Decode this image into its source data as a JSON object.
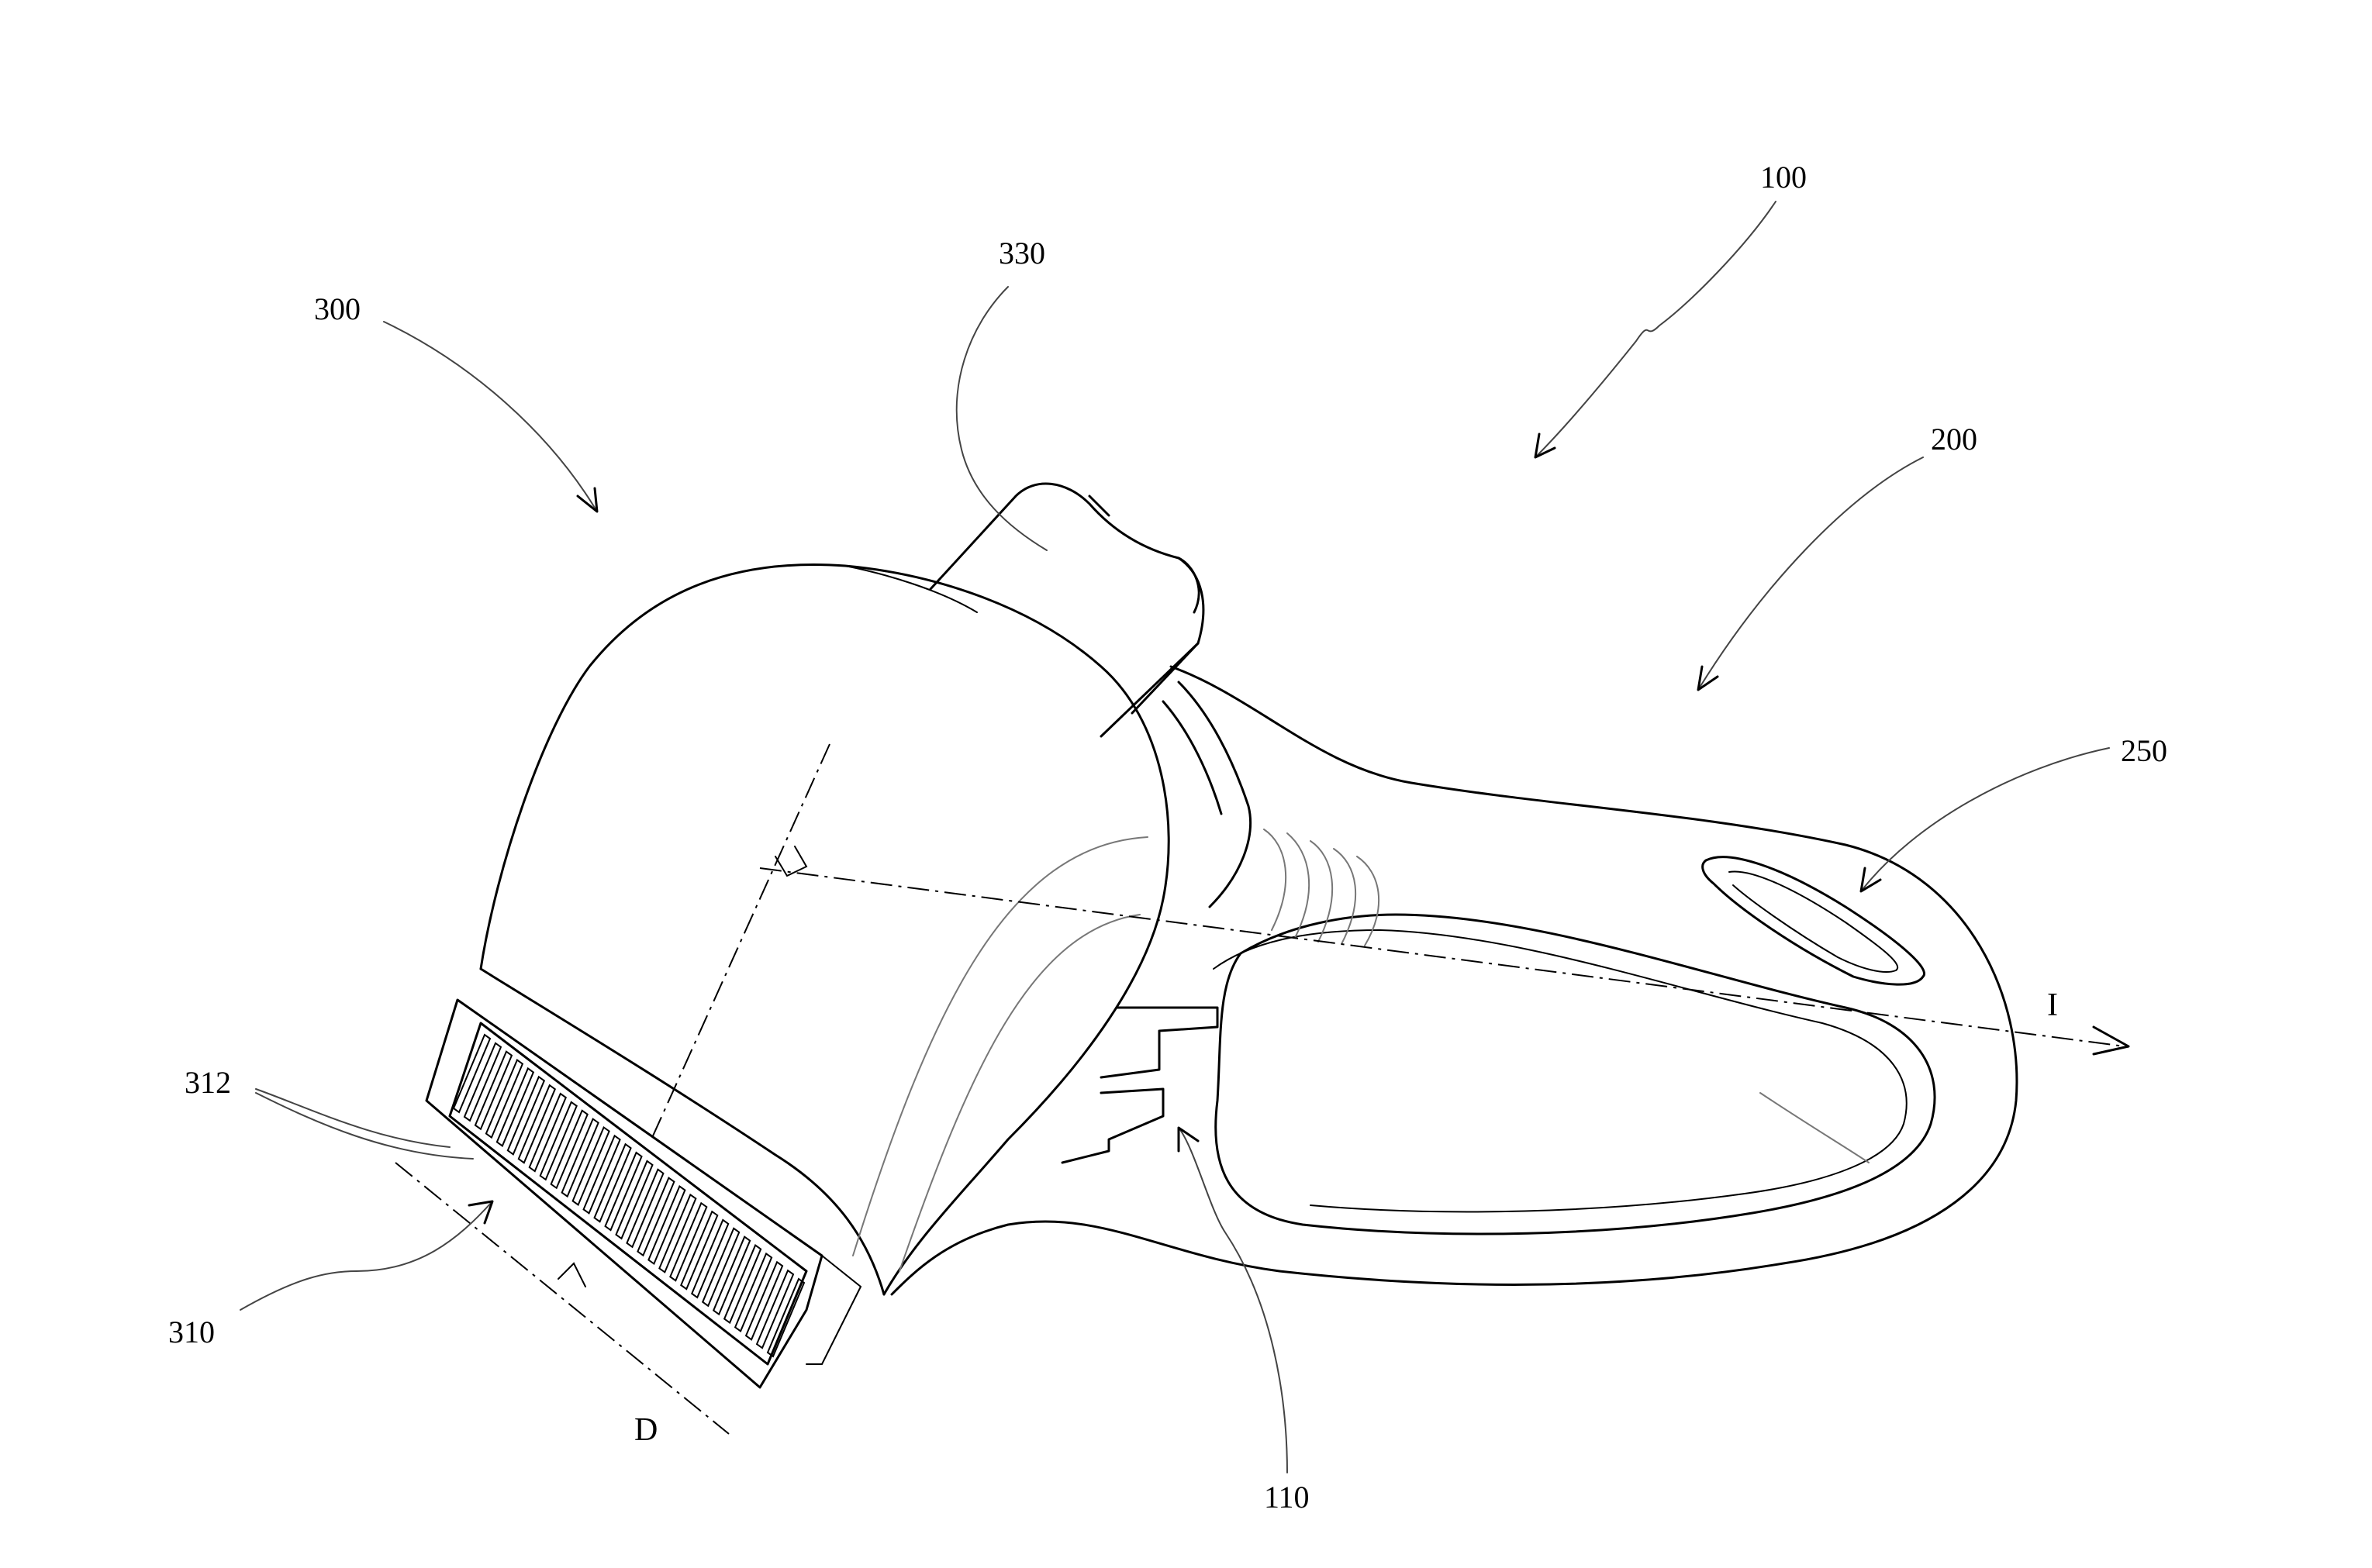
{
  "figure": {
    "reference_numerals": {
      "device": "100",
      "handle": "200",
      "handle_opening": "250",
      "head": "300",
      "blade": "310",
      "teeth": "312",
      "head_cap": "330",
      "joint": "110"
    },
    "axis_letters": {
      "longitudinal_axis": "I",
      "cutting_direction": "D"
    }
  }
}
